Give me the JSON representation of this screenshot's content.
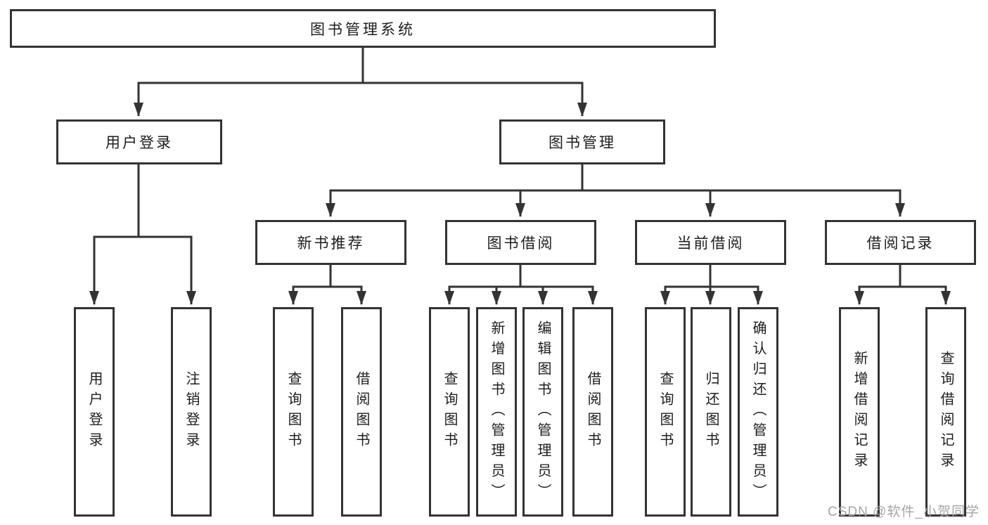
{
  "tree": {
    "label": "图书管理系统",
    "children": [
      {
        "label": "用户登录",
        "children": [
          {
            "label": "用户登录"
          },
          {
            "label": "注销登录"
          }
        ]
      },
      {
        "label": "图书管理",
        "children": [
          {
            "label": "新书推荐",
            "children": [
              {
                "label": "查询图书"
              },
              {
                "label": "借阅图书"
              }
            ]
          },
          {
            "label": "图书借阅",
            "children": [
              {
                "label": "查询图书"
              },
              {
                "label": "新增图书（管理员）"
              },
              {
                "label": "编辑图书（管理员）"
              },
              {
                "label": "借阅图书"
              }
            ]
          },
          {
            "label": "当前借阅",
            "children": [
              {
                "label": "查询图书"
              },
              {
                "label": "归还图书"
              },
              {
                "label": "确认归还（管理员）"
              }
            ]
          },
          {
            "label": "借阅记录",
            "children": [
              {
                "label": "新增借阅记录"
              },
              {
                "label": "查询借阅记录"
              }
            ]
          }
        ]
      }
    ]
  },
  "watermark": {
    "text": "CSDN @软件_小贺同学"
  },
  "colors": {
    "line": "#333333",
    "box_border": "#333333",
    "text": "#1d1d1d",
    "watermark": "#a6a6a6",
    "background": "#ffffff"
  }
}
